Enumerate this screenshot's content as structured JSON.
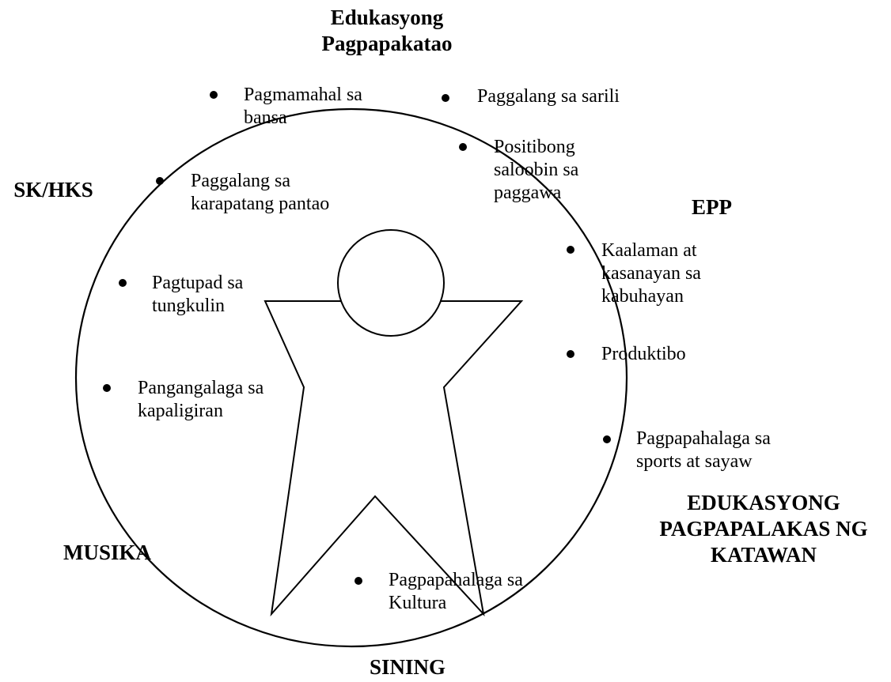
{
  "areas": {
    "ep": "Edukasyong\nPagpapakatao",
    "skhks": "SK/HKS",
    "epp": "EPP",
    "epk": "EDUKASYONG\nPAGPAPALAKAS NG\nKATAWAN",
    "musika": "MUSIKA",
    "sining": "SINING"
  },
  "values": [
    "Pagmamahal sa\nbansa",
    "Paggalang sa sarili",
    "Positibong\nsaloobin sa\npaggawa",
    "Paggalang sa\nkarapatang pantao",
    "Kaalaman at\nkasanayan sa\nkabuhayan",
    "Pagtupad sa\ntungkulin",
    "Produktibo",
    "Pangangalaga sa\nkapaligiran",
    "Pagpapahalaga sa\nsports at sayaw",
    "Pagpapahalaga sa\nKultura"
  ],
  "colors": {
    "line": "#000000",
    "background": "#ffffff"
  },
  "icons": {
    "center": "child-figure-icon",
    "bullet": "bullet-icon"
  }
}
